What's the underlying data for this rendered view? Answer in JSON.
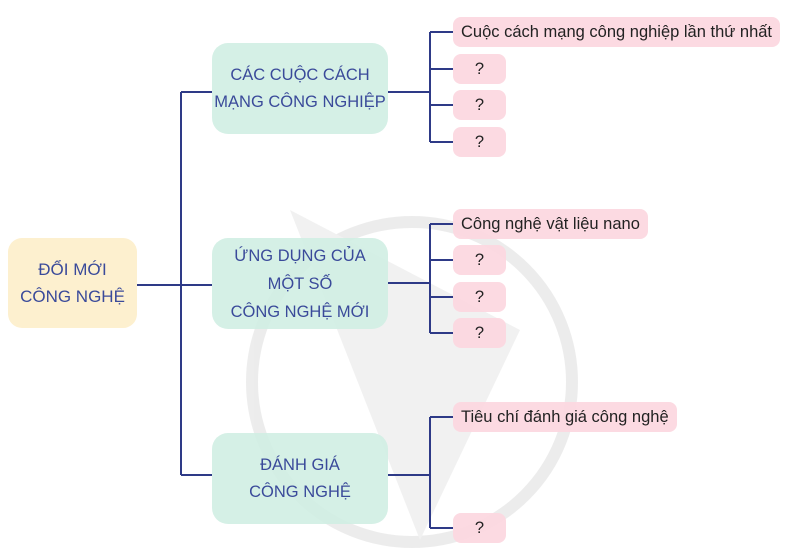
{
  "root": {
    "line1": "ĐỔI MỚI",
    "line2": "CÔNG NGHỆ"
  },
  "branches": [
    {
      "lines": [
        "CÁC CUỘC CÁCH",
        "MẠNG CÔNG NGHIỆP"
      ],
      "leaves": [
        "Cuộc cách mạng công nghiệp lần thứ nhất",
        "?",
        "?",
        "?"
      ]
    },
    {
      "lines": [
        "ỨNG DỤNG CỦA",
        "MỘT SỐ",
        "CÔNG NGHỆ MỚI"
      ],
      "leaves": [
        "Công nghệ vật liệu nano",
        "?",
        "?",
        "?"
      ]
    },
    {
      "lines": [
        "ĐÁNH GIÁ",
        "CÔNG NGHỆ"
      ],
      "leaves": [
        "Tiêu chí đánh giá công nghệ",
        "?"
      ]
    }
  ],
  "colors": {
    "line": "#2e3a87",
    "root": "#fdf0cf",
    "branch": "#cfeee3",
    "leaf": "#fcd7e0",
    "text_branch": "#3a4a9a"
  }
}
